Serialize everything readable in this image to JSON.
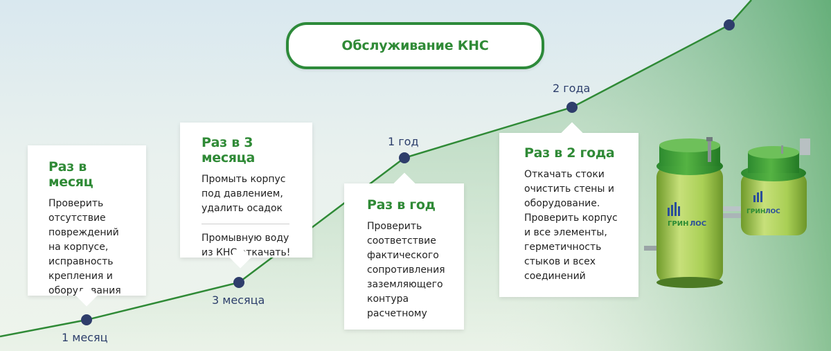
{
  "title": "Обслуживание КНС",
  "timeline": [
    {
      "point_label": "1 месяц",
      "card_title": "Раз в месяц",
      "card_text": "Проверить отсутствие повреждений на корпусе, исправность крепления и оборудования"
    },
    {
      "point_label": "3 месяца",
      "card_title": "Раз в 3 месяца",
      "card_text": "Промыть корпус под давлением, удалить осадок",
      "card_text_extra": "Промывную воду из КНС откачать!"
    },
    {
      "point_label": "1 год",
      "card_title": "Раз в год",
      "card_text": "Проверить соответствие фактического сопротивления заземляющего контура расчетному"
    },
    {
      "point_label": "2 года",
      "card_title": "Раз в 2 года",
      "card_text": "Откачать стоки очистить стены и оборудование. Проверить корпус и все элементы, герметичность стыков и всех соединений"
    }
  ],
  "brand": {
    "logo_text": "ГРИНЛОС",
    "logo_text_green_part": "ГРИН",
    "logo_text_blue_part": "ЛОС"
  },
  "colors": {
    "accent_green": "#2f8a36",
    "point_navy": "#2e3d6b",
    "tank_green": "#9cc94a"
  }
}
